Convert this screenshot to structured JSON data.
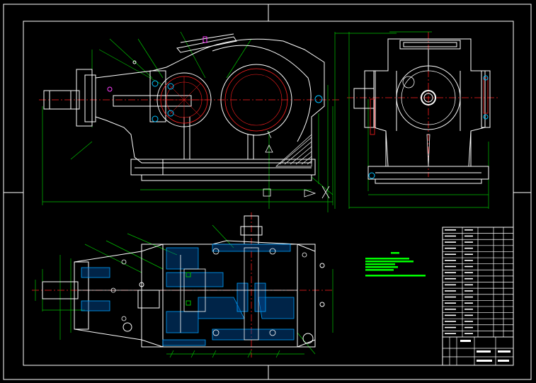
{
  "colors": {
    "background": "#000000",
    "outline": "#ffffff",
    "dimension": "#00c000",
    "centerline": "#ff2020",
    "hatch": "#00a0ff",
    "accent": "#ff40ff",
    "notes": "#00ff00",
    "yellow": "#ffff00"
  },
  "views": [
    "front-elevation",
    "side-elevation",
    "plan-section"
  ],
  "title_block": {
    "rows": 18,
    "columns": 5
  },
  "technical_notes": {
    "line_count": 6
  }
}
